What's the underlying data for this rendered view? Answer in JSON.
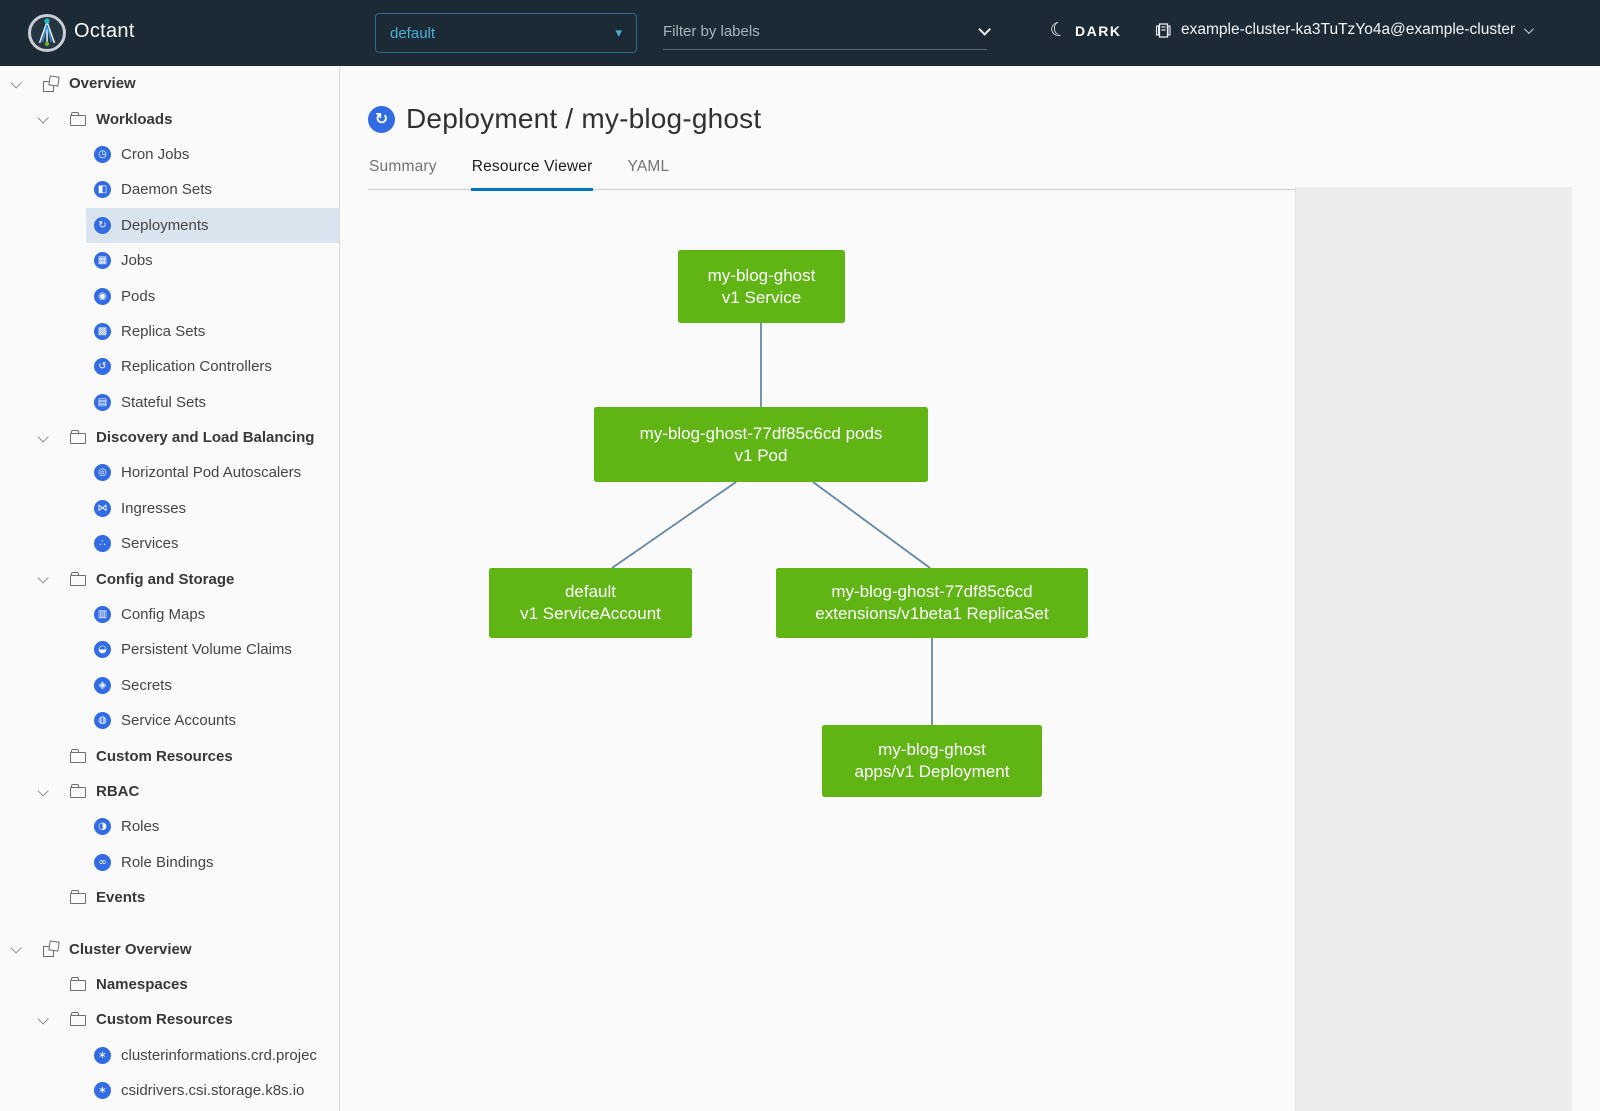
{
  "header": {
    "app_name": "Octant",
    "namespace_dropdown": {
      "value": "default",
      "caret": "▾"
    },
    "filter_input": {
      "placeholder": "Filter by labels"
    },
    "theme_toggle": {
      "label": "DARK",
      "moon_glyph": "☾"
    },
    "context_selector": {
      "label": "example-cluster-ka3TuTzYo4a@example-cluster"
    }
  },
  "sidebar": {
    "items": [
      {
        "label": "Overview",
        "depth": 0,
        "icon": "applications-icon",
        "expanded": true
      },
      {
        "label": "Workloads",
        "depth": 1,
        "icon": "folder-icon",
        "expanded": true
      },
      {
        "label": "Cron Jobs",
        "depth": 2,
        "icon": "k8s-cronjob"
      },
      {
        "label": "Daemon Sets",
        "depth": 2,
        "icon": "k8s-daemonset"
      },
      {
        "label": "Deployments",
        "depth": 2,
        "icon": "k8s-deployment",
        "selected": true
      },
      {
        "label": "Jobs",
        "depth": 2,
        "icon": "k8s-job"
      },
      {
        "label": "Pods",
        "depth": 2,
        "icon": "k8s-pod"
      },
      {
        "label": "Replica Sets",
        "depth": 2,
        "icon": "k8s-replicaset"
      },
      {
        "label": "Replication Controllers",
        "depth": 2,
        "icon": "k8s-replicationcontroller"
      },
      {
        "label": "Stateful Sets",
        "depth": 2,
        "icon": "k8s-statefulset"
      },
      {
        "label": "Discovery and Load Balancing",
        "depth": 1,
        "icon": "folder-icon",
        "expanded": true
      },
      {
        "label": "Horizontal Pod Autoscalers",
        "depth": 2,
        "icon": "k8s-hpa"
      },
      {
        "label": "Ingresses",
        "depth": 2,
        "icon": "k8s-ingress"
      },
      {
        "label": "Services",
        "depth": 2,
        "icon": "k8s-service"
      },
      {
        "label": "Config and Storage",
        "depth": 1,
        "icon": "folder-icon",
        "expanded": true
      },
      {
        "label": "Config Maps",
        "depth": 2,
        "icon": "k8s-configmap"
      },
      {
        "label": "Persistent Volume Claims",
        "depth": 2,
        "icon": "k8s-pvc"
      },
      {
        "label": "Secrets",
        "depth": 2,
        "icon": "k8s-secret"
      },
      {
        "label": "Service Accounts",
        "depth": 2,
        "icon": "k8s-serviceaccount"
      },
      {
        "label": "Custom Resources",
        "depth": 1,
        "icon": "folder-icon"
      },
      {
        "label": "RBAC",
        "depth": 1,
        "icon": "folder-icon",
        "expanded": true
      },
      {
        "label": "Roles",
        "depth": 2,
        "icon": "k8s-role"
      },
      {
        "label": "Role Bindings",
        "depth": 2,
        "icon": "k8s-rolebinding"
      },
      {
        "label": "Events",
        "depth": 1,
        "icon": "folder-icon"
      },
      {
        "label": "Cluster Overview",
        "depth": 0,
        "icon": "applications-icon",
        "expanded": true
      },
      {
        "label": "Namespaces",
        "depth": 1,
        "icon": "folder-icon"
      },
      {
        "label": "Custom Resources",
        "depth": 1,
        "icon": "folder-icon",
        "expanded": true
      },
      {
        "label": "clusterinformations.crd.projec",
        "depth": 2,
        "icon": "k8s-crd"
      },
      {
        "label": "csidrivers.csi.storage.k8s.io",
        "depth": 2,
        "icon": "k8s-crd"
      }
    ]
  },
  "main": {
    "title": "Deployment / my-blog-ghost",
    "tabs": [
      {
        "label": "Summary",
        "active": false
      },
      {
        "label": "Resource Viewer",
        "active": true
      },
      {
        "label": "YAML",
        "active": false
      }
    ]
  },
  "graph": {
    "nodes": [
      {
        "line1": "my-blog-ghost",
        "line2": "v1 Service"
      },
      {
        "line1": "my-blog-ghost-77df85c6cd pods",
        "line2": "v1 Pod"
      },
      {
        "line1": "default",
        "line2": "v1 ServiceAccount"
      },
      {
        "line1": "my-blog-ghost-77df85c6cd",
        "line2": "extensions/v1beta1 ReplicaSet"
      },
      {
        "line1": "my-blog-ghost",
        "line2": "apps/v1 Deployment"
      }
    ]
  },
  "icon_glyphs": {
    "k8s-cronjob": "◷",
    "k8s-daemonset": "◧",
    "k8s-deployment": "↻",
    "k8s-job": "▦",
    "k8s-pod": "◉",
    "k8s-replicaset": "▩",
    "k8s-replicationcontroller": "↺",
    "k8s-statefulset": "▤",
    "k8s-hpa": "◎",
    "k8s-ingress": "⋈",
    "k8s-service": "∴",
    "k8s-configmap": "▥",
    "k8s-pvc": "◒",
    "k8s-secret": "◈",
    "k8s-serviceaccount": "◍",
    "k8s-role": "◑",
    "k8s-rolebinding": "∞",
    "k8s-crd": "∗",
    "title-deployment": "↻"
  },
  "colors": {
    "header_bg": "#1b2a34",
    "accent_blue": "#49afd9",
    "k8s_icon_blue": "#326ce5",
    "node_green": "#60b515",
    "tab_active_underline": "#0079b8",
    "selected_row_bg": "#d9e4ee",
    "edge_line": "#6487a5",
    "side_panel_bg": "#ececec"
  }
}
